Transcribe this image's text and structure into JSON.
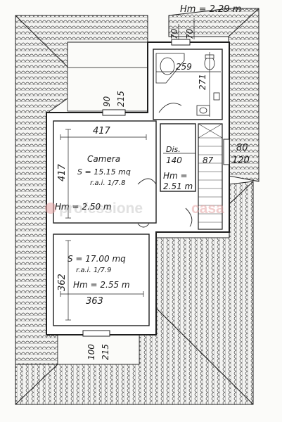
{
  "plan": {
    "heights": {
      "top": "Hm = 2.29 m",
      "camera": "Hm = 2.50 m",
      "dis": "Hm =",
      "dis_value": "2.51 m",
      "bottom": "Hm = 2.55 m"
    },
    "rooms": {
      "camera": {
        "name": "Camera",
        "surface": "S = 15.15 mq",
        "rai": "r.a.i. 1/7.8",
        "width": "417",
        "depth": "417"
      },
      "bedroom2": {
        "surface": "S = 17.00 mq",
        "rai": "r.a.i. 1/7.9",
        "width": "363",
        "depth": "362"
      },
      "dis": {
        "name": "Dis.",
        "width": "140",
        "depth": "87"
      },
      "bath": {
        "width": "259",
        "depth": "271"
      }
    },
    "openings": {
      "top_window": [
        "70",
        "70"
      ],
      "upper_window": [
        "90",
        "215"
      ],
      "side_window": [
        "80",
        "120"
      ],
      "bottom_window": [
        "100",
        "215"
      ]
    },
    "watermark": {
      "part1": "professione",
      "part2": "casa"
    },
    "colors": {
      "wall": "#ffffff",
      "line": "#1e1e1e",
      "watermark_gray": "#c9c9c9",
      "watermark_red": "#e7a3a3"
    }
  }
}
